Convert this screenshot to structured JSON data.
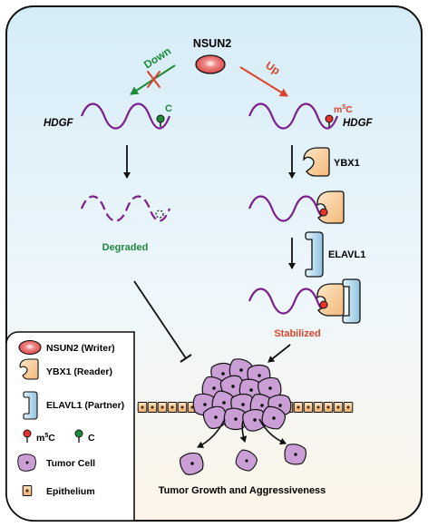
{
  "writer": "NSUN2",
  "left_path": {
    "arrow_label": "Down",
    "mark": "C",
    "gene": "HDGF",
    "outcome": "Degraded"
  },
  "right_path": {
    "arrow_label": "Up",
    "mark_prefix": "m",
    "mark_sup": "5",
    "mark_suffix": "C",
    "gene": "HDGF",
    "reader": "YBX1",
    "partner": "ELAVL1",
    "outcome": "Stabilized"
  },
  "result": "Tumor Growth and Aggressiveness",
  "legend": {
    "writer": "NSUN2 (Writer)",
    "reader": "YBX1 (Reader)",
    "partner": "ELAVL1 (Partner)",
    "m5c_prefix": "m",
    "m5c_sup": "5",
    "m5c_suffix": "C",
    "c": "C",
    "tumor_cell": "Tumor Cell",
    "epithelium": "Epithelium"
  },
  "colors": {
    "writer_fill": "#e05555",
    "reader_fill": "#f7cd96",
    "partner_fill": "#b9dcef",
    "m5c_dot": "#e8332a",
    "c_dot": "#1f8a3c",
    "rna": "#7a1f8c",
    "tumor_fill": "#c99fd6",
    "epithelium_fill": "#f2c48d",
    "down": "#1f8a3c",
    "up": "#d9442b",
    "panel_top": "#d5ecf7"
  }
}
